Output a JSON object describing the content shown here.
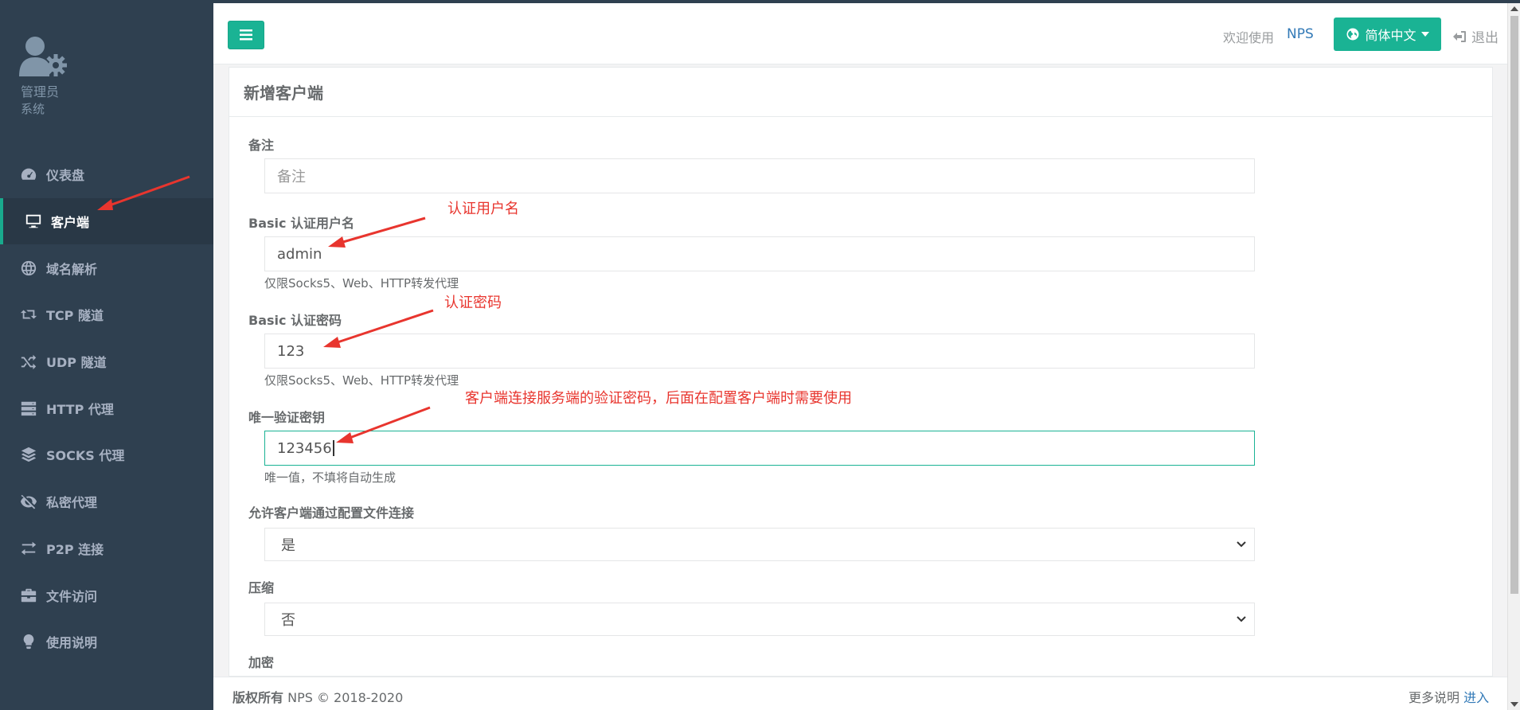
{
  "sidebar": {
    "user_name": "管理员",
    "user_role": "系统",
    "items": [
      {
        "label": "仪表盘",
        "icon": "dashboard-icon"
      },
      {
        "label": "客户端",
        "icon": "desktop-icon"
      },
      {
        "label": "域名解析",
        "icon": "globe-icon"
      },
      {
        "label": "TCP 隧道",
        "icon": "retweet-icon"
      },
      {
        "label": "UDP 隧道",
        "icon": "random-icon"
      },
      {
        "label": "HTTP 代理",
        "icon": "server-icon"
      },
      {
        "label": "SOCKS 代理",
        "icon": "layers-icon"
      },
      {
        "label": "私密代理",
        "icon": "eye-slash-icon"
      },
      {
        "label": "P2P 连接",
        "icon": "exchange-icon"
      },
      {
        "label": "文件访问",
        "icon": "briefcase-icon"
      },
      {
        "label": "使用说明",
        "icon": "lightbulb-icon"
      }
    ],
    "active_index": 1
  },
  "header": {
    "welcome": "欢迎使用",
    "brand": "NPS",
    "language": "简体中文",
    "logout": "退出"
  },
  "form": {
    "title": "新增客户端",
    "remark": {
      "label": "备注",
      "placeholder": "备注"
    },
    "basic_user": {
      "label": "Basic 认证用户名",
      "value": "admin",
      "hint": "仅限Socks5、Web、HTTP转发代理"
    },
    "basic_pass": {
      "label": "Basic 认证密码",
      "value": "123",
      "hint": "仅限Socks5、Web、HTTP转发代理"
    },
    "vkey": {
      "label": "唯一验证密钥",
      "value": "123456",
      "hint": "唯一值，不填将自动生成"
    },
    "config_conn": {
      "label": "允许客户端通过配置文件连接",
      "selected": "是"
    },
    "compress": {
      "label": "压缩",
      "selected": "否"
    },
    "crypt": {
      "label": "加密"
    }
  },
  "annotations": {
    "user": "认证用户名",
    "pass": "认证密码",
    "vkey": "客户端连接服务端的验证密码，后面在配置客户端时需要使用"
  },
  "footer": {
    "copyright_label": "版权所有",
    "copyright_text": "NPS © 2018-2020",
    "more_label": "更多说明",
    "more_link": "进入"
  },
  "colors": {
    "sidebar_bg": "#2f4050",
    "accent": "#1ab394",
    "annotation": "#e8352e",
    "link": "#337ab7"
  }
}
